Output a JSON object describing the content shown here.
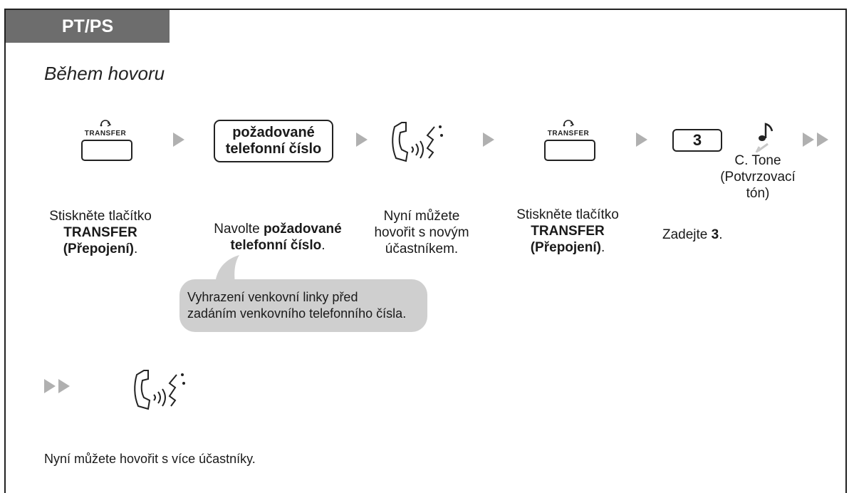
{
  "header": {
    "tab_label": "PT/PS"
  },
  "subtitle": "Během hovoru",
  "steps": {
    "s1": {
      "key_label": "TRANSFER",
      "line1": "Stiskněte tlačítko",
      "line2": "TRANSFER",
      "line3a": "(Přepojení)",
      "line3b": "."
    },
    "s2": {
      "box_line1": "požadované",
      "box_line2": "telefonní číslo",
      "text_a": "Navolte ",
      "text_b": "požadované",
      "text_c": "telefonní číslo",
      "text_d": "."
    },
    "s3": {
      "line1": "Nyní můžete",
      "line2": "hovořit s novým",
      "line3": "účastníkem."
    },
    "s4": {
      "key_label": "TRANSFER",
      "line1": "Stiskněte tlačítko",
      "line2": "TRANSFER",
      "line3a": "(Přepojení)",
      "line3b": "."
    },
    "s5": {
      "key_value": "3",
      "text_a": "Zadejte ",
      "text_b": "3",
      "text_c": "."
    },
    "tone": {
      "line1": "C. Tone",
      "line2": "(Potvrzovací",
      "line3": "tón)"
    }
  },
  "callout": {
    "line1": "Vyhrazení venkovní linky před",
    "line2": "zadáním venkovního telefonního čísla."
  },
  "final": {
    "text": "Nyní můžete hovořit s více účastníky."
  },
  "icons": [
    "transfer-key-icon",
    "handset-talking-icon",
    "music-note-icon",
    "triangle-arrow-icon",
    "double-arrow-icon"
  ]
}
